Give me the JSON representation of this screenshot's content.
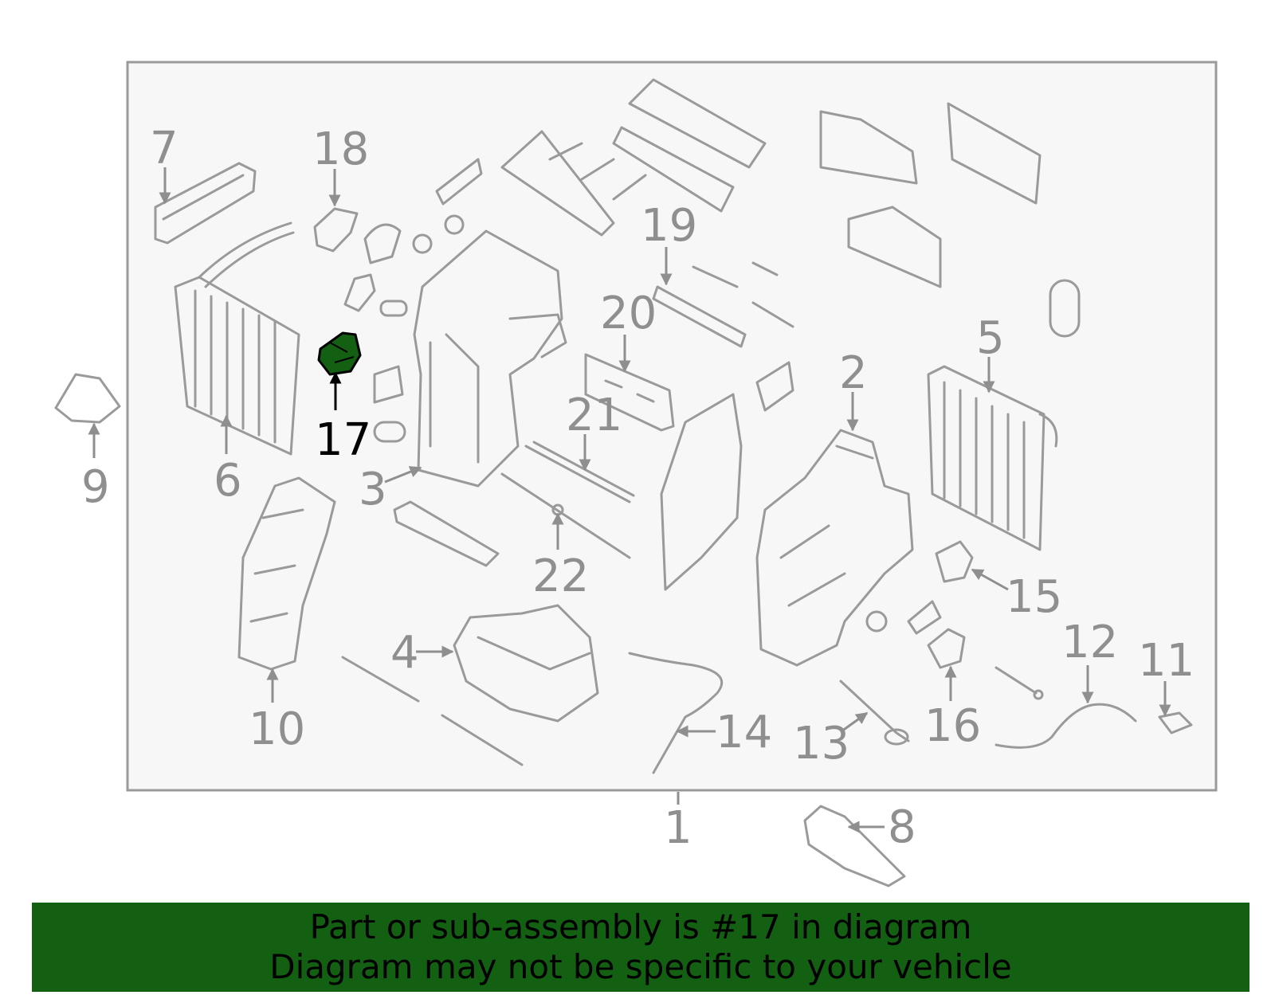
{
  "diagram": {
    "highlight_part": "17",
    "colors": {
      "highlight": "#136012",
      "line": "#9a9a9a",
      "panel": "#f7f7f7",
      "label": "#8f8f8f"
    },
    "callouts": [
      "7",
      "18",
      "19",
      "20",
      "21",
      "22",
      "2",
      "5",
      "9",
      "6",
      "17",
      "3",
      "10",
      "4",
      "14",
      "13",
      "16",
      "15",
      "12",
      "11",
      "1",
      "8"
    ]
  },
  "banner": {
    "line1": "Part or sub-assembly is #17 in diagram",
    "line2": "Diagram may not be specific to your vehicle"
  }
}
